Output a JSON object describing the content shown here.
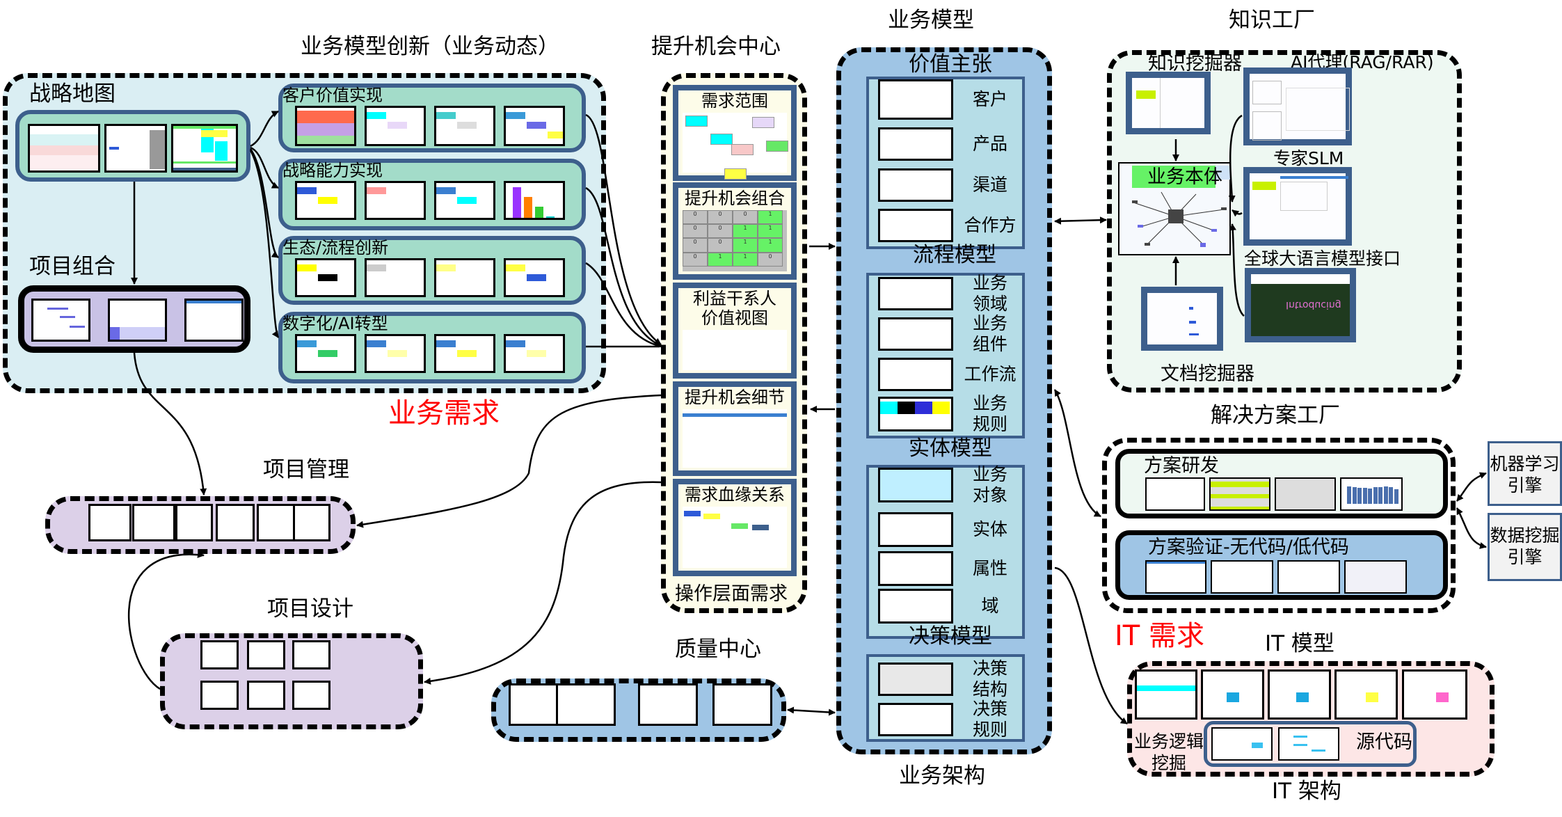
{
  "titles": {
    "innovation": "业务模型创新（业务动态）",
    "opportunity_center": "提升机会中心",
    "business_model": "业务模型",
    "business_arch": "业务架构",
    "knowledge_factory": "知识工厂",
    "solution_factory": "解决方案工厂",
    "project_mgmt": "项目管理",
    "project_design": "项目设计",
    "quality_center": "质量中心",
    "it_model": "IT 模型",
    "it_arch": "IT 架构",
    "business_req": "业务需求",
    "it_req": "IT 需求"
  },
  "innovation": {
    "strategy_map": "战略地图",
    "portfolio": "项目组合",
    "rows": [
      {
        "label": "客户价值实现",
        "thumbs": 4
      },
      {
        "label": "战略能力实现",
        "thumbs": 4
      },
      {
        "label": "生态/流程创新",
        "thumbs": 4
      },
      {
        "label": "数字化/AI转型",
        "thumbs": 4
      }
    ]
  },
  "opportunity": {
    "sections": [
      "需求范围",
      "提升机会组合",
      "利益干系人\n价值视图",
      "提升机会细节",
      "需求血缘关系"
    ],
    "footer": "操作层面需求",
    "matrix_cells": [
      [
        "0",
        "0",
        "0",
        "1"
      ],
      [
        "0",
        "0",
        "1",
        "1"
      ],
      [
        "0",
        "0",
        "1",
        "1"
      ],
      [
        "0",
        "1",
        "1",
        "0"
      ]
    ]
  },
  "business_model": {
    "groups": [
      {
        "title": "价值主张",
        "items": [
          "客户",
          "产品",
          "渠道",
          "合作方"
        ]
      },
      {
        "title": "流程模型",
        "items": [
          "业务\n领域",
          "业务\n组件",
          "工作流",
          "业务\n规则"
        ]
      },
      {
        "title": "实体模型",
        "items": [
          "业务\n对象",
          "实体",
          "属性",
          "域"
        ]
      },
      {
        "title": "决策模型",
        "items": [
          "决策\n结构",
          "决策\n规则"
        ]
      }
    ]
  },
  "knowledge": {
    "miner": "知识挖掘器",
    "ai_agent": "AI代理(RAG/RAR)",
    "expert_slm": "专家SLM",
    "global_llm": "全球大语言模型接口",
    "doc_miner": "文档挖掘器",
    "ontology": "业务本体",
    "intro_text": "Introducing"
  },
  "solution": {
    "research": "方案研发",
    "validation": "方案验证-无代码/低代码",
    "ml_engine": "机器学习\n引擎",
    "dm_engine": "数据挖掘\n引擎"
  },
  "it": {
    "logic_mining": "业务逻辑\n挖掘",
    "source_code": "源代码"
  },
  "colors": {
    "outer_bg": "#daeef3",
    "teal": "#a3dcc9",
    "panel_border": "#3d5f8c",
    "purple": "#d9cce6",
    "cream": "#fdfce9",
    "model_blue": "#9fc5e5",
    "green_highlight": "#66f266",
    "red_label": "#ff0000",
    "pink_bg": "#fde6e6",
    "mint_bg": "#eef8f2"
  }
}
